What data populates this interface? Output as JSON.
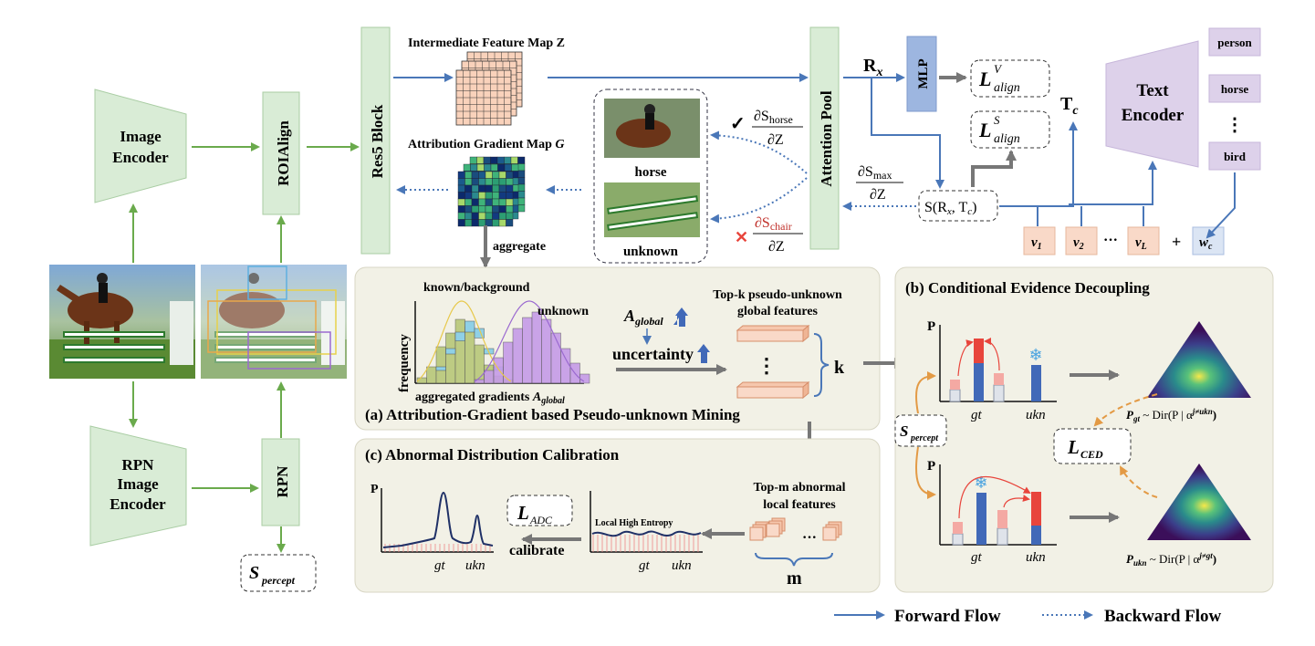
{
  "left": {
    "image_encoder": [
      "Image",
      "Encoder"
    ],
    "rpn_image_encoder": [
      "RPN",
      "Image",
      "Encoder"
    ],
    "roialign": "ROIAlign",
    "rpn": "RPN",
    "s_percept_main": "S",
    "s_percept_sub": "percept"
  },
  "top": {
    "res5": "Res5 Block",
    "feature_map_label": "Intermediate Feature Map Z",
    "gradient_map_label": "Attribution Gradient Map ",
    "gradient_map_symbol": "G",
    "aggregate": "aggregate",
    "horse_label": "horse",
    "unknown_label": "unknown",
    "check": "✓",
    "cross": "✕",
    "grad_horse_num": "∂S",
    "grad_horse_sub": "horse",
    "grad_den": "∂Z",
    "grad_chair_num": "∂S",
    "grad_chair_sub": "chair",
    "grad_max_num": "∂S",
    "grad_max_sub": "max",
    "attention_pool": "Attention Pool",
    "rx": "R",
    "rx_sub": "x",
    "mlp": "MLP",
    "l_align_v": "L",
    "l_align_v_sup": "V",
    "l_align_sub": "align",
    "l_align_s": "L",
    "l_align_s_sup": "S",
    "similarity": "S(R",
    "similarity_tail": ", T",
    "tc": "T",
    "tc_sub": "c",
    "text_encoder": [
      "Text",
      "Encoder"
    ],
    "classes": [
      "person",
      "horse",
      "⋮",
      "bird"
    ],
    "tokens": [
      "v",
      "v",
      "v"
    ],
    "token_subs": [
      "1",
      "2",
      "L"
    ],
    "ellipsis": "···",
    "plus": "+",
    "wc": "w",
    "wc_sub": "c"
  },
  "panel_a": {
    "caption": "(a) Attribution-Gradient based Pseudo-unknown Mining",
    "known_bg": "known/background",
    "unknown": "unknown",
    "ylabel": "frequency",
    "xlabel": "aggregated gradients ",
    "xlabel_sym": "A",
    "xlabel_sub": "global",
    "a_global": "A",
    "a_global_sub": "global",
    "uncertainty": "uncertainty",
    "topk": [
      "Top-k pseudo-unknown",
      "global features"
    ],
    "k": "k"
  },
  "panel_b": {
    "caption": "(b) Conditional Evidence Decoupling",
    "p_axis": "P",
    "gt": "gt",
    "ukn": "ukn",
    "s_percept_main": "S",
    "s_percept_sub": "percept",
    "l_ced": "L",
    "l_ced_sub": "CED",
    "p_gt": "P",
    "p_gt_sub": "gt",
    "p_gt_dist": " ~ Dir(P | α",
    "p_gt_sup": "j≠ukn",
    "p_ukn": "P",
    "p_ukn_sub": "ukn",
    "p_ukn_dist": " ~ Dir(P | α",
    "p_ukn_sup": "j≠gt",
    "close_paren": ")"
  },
  "panel_c": {
    "caption": "(c) Abnormal Distribution Calibration",
    "p_axis": "P",
    "gt": "gt",
    "ukn": "ukn",
    "l_adc": "L",
    "l_adc_sub": "ADC",
    "calibrate": "calibrate",
    "local_entropy": "Local High Entropy",
    "topm": [
      "Top-m abnormal",
      "local features"
    ],
    "m": "m",
    "dots": "···"
  },
  "legend": {
    "forward": "Forward Flow",
    "backward": "Backward Flow"
  },
  "colors": {
    "green_box": "#d9ecd6",
    "green_border": "#a9cda3",
    "green_arrow": "#6aaa4c",
    "blue_arrow": "#4a77b8",
    "dotted_arrow": "#4a77b8",
    "purple_box": "#ddd1ea",
    "peach": "#f9d9c8",
    "panel_bg": "#f2f1e6",
    "mlp_blue": "#9db6e0",
    "red": "#e8453c",
    "pink": "#f4a9a3",
    "bar_blue": "#4169b8"
  }
}
